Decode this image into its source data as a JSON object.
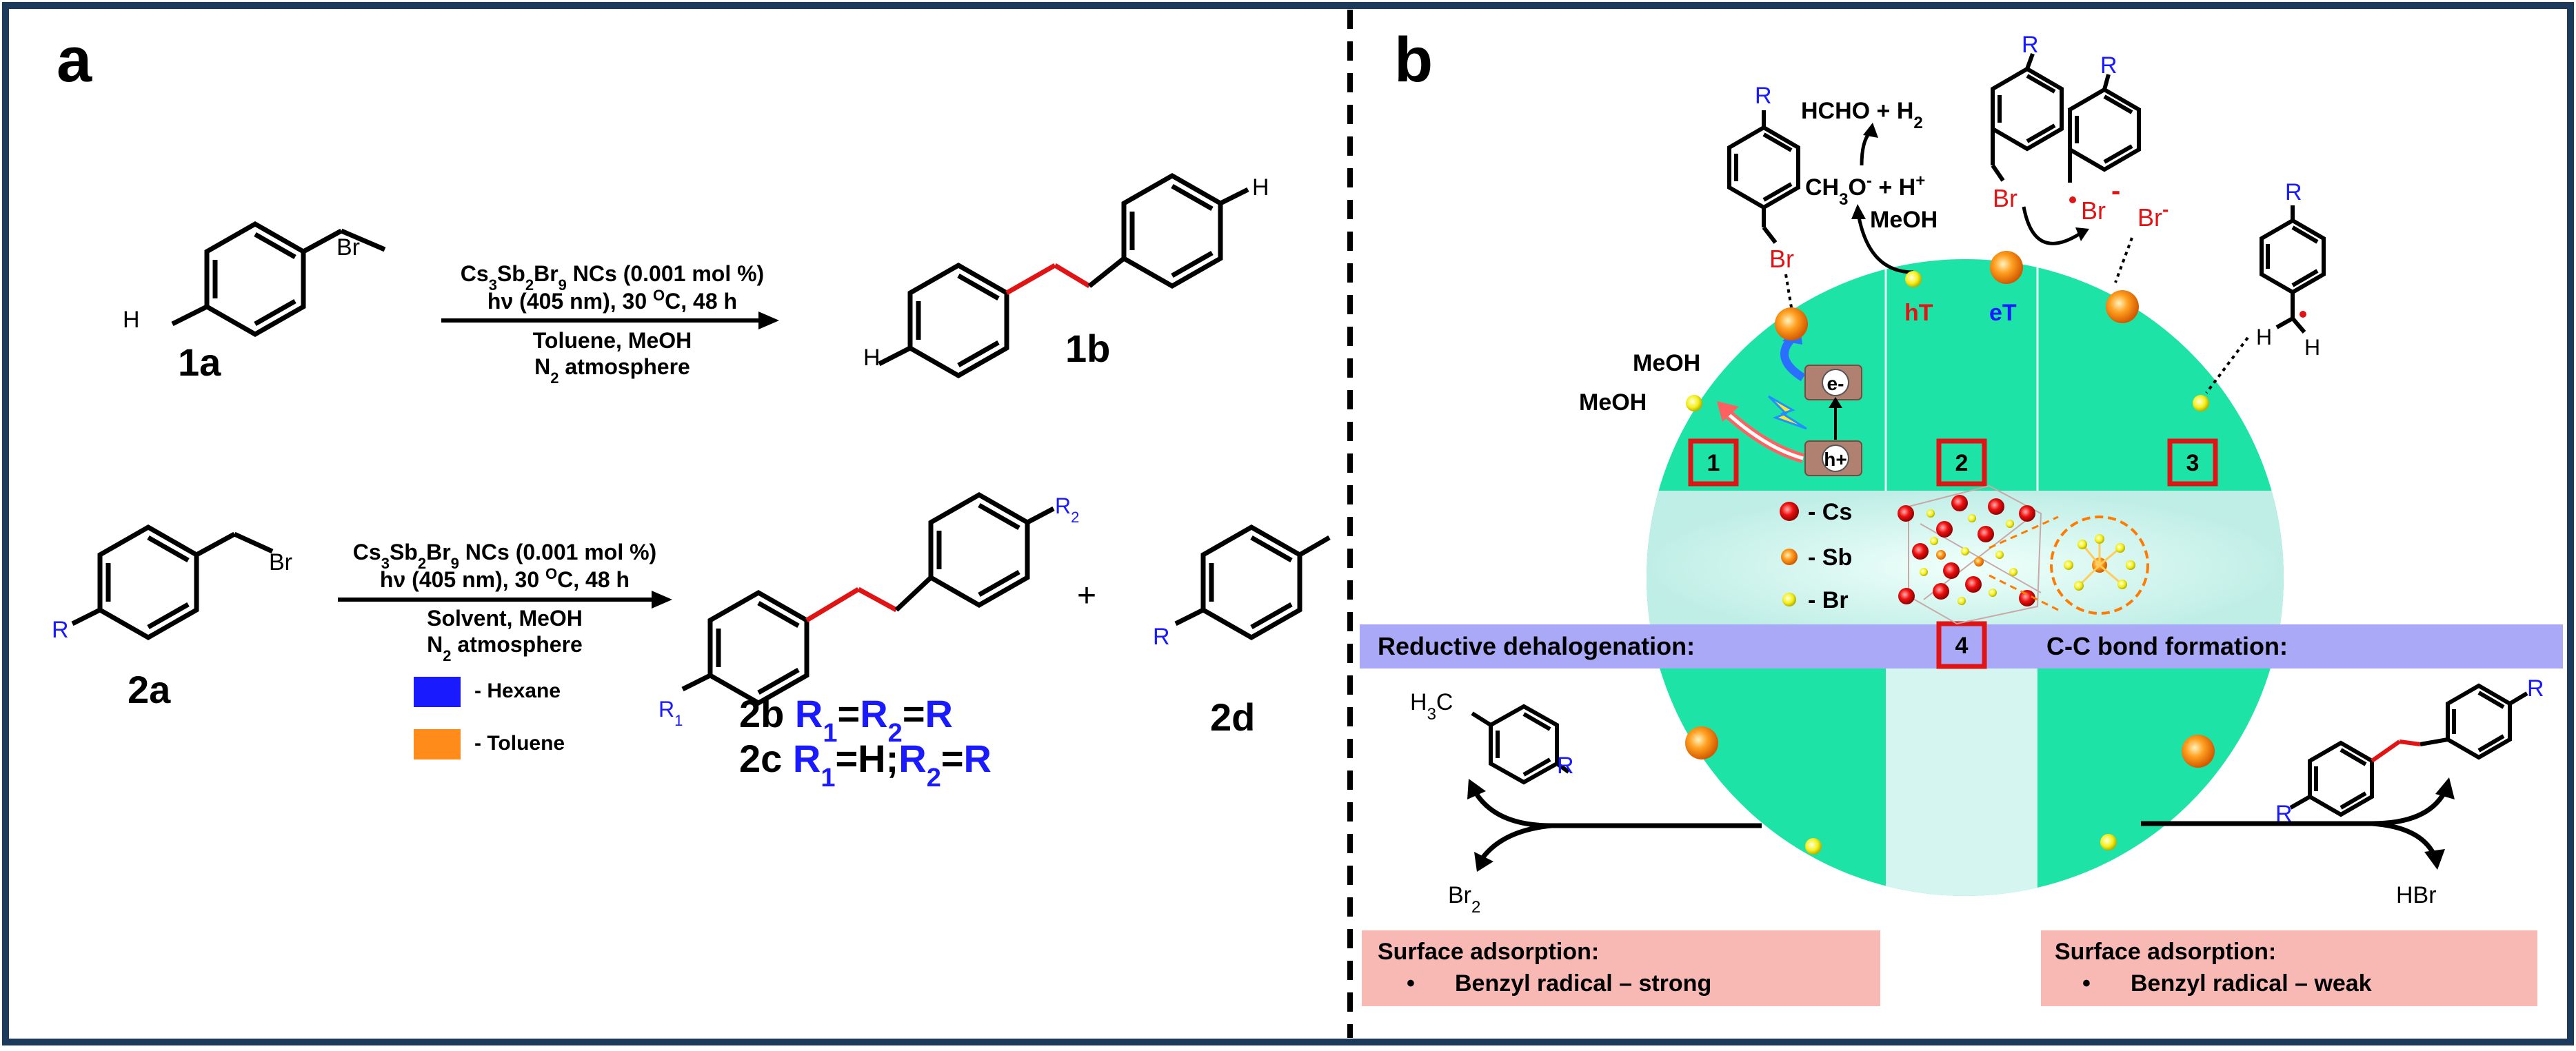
{
  "panel_a": {
    "letter": "a",
    "row1": {
      "reactant_label": "1a",
      "product_label": "1b",
      "br": "Br",
      "h": "H",
      "conditions": [
        "Cs3Sb2Br9 NCs (0.001 mol %)",
        "hν (405 nm), 30 °C, 48 h",
        "Toluene, MeOH",
        "N2 atmosphere"
      ]
    },
    "row2": {
      "reactant_label": "2a",
      "br": "Br",
      "r": "R",
      "r1": "R1",
      "r2": "R2",
      "plus": "+",
      "conditions": [
        "Cs3Sb2Br9 NCs (0.001 mol %)",
        "hν (405 nm), 30 °C, 48 h",
        "Solvent, MeOH",
        "N2 atmosphere"
      ],
      "legend": [
        {
          "label": "- Hexane",
          "color": "#1a1aff"
        },
        {
          "label": "- Toluene",
          "color": "#ff8c1a"
        }
      ],
      "product_2b": {
        "id": "2b",
        "formula": "R1=R2=R"
      },
      "product_2c": {
        "id": "2c",
        "formula": "R1=H;R2=R"
      },
      "product_2d": "2d"
    }
  },
  "panel_b": {
    "letter": "b",
    "molecules": {
      "r": "R",
      "br": "Br",
      "br_ion": "Br-",
      "br_radical": "Br•-",
      "h": "H",
      "meoh": "MeOH",
      "hcho_h2": "HCHO + H2",
      "ch3o_h": "CH3O- + H+"
    },
    "transfer": {
      "ht": "hT",
      "et": "eT",
      "electron": "e-",
      "hole": "h+"
    },
    "zones": [
      "1",
      "2",
      "3",
      "4"
    ],
    "structure_legend": [
      {
        "label": "- Cs",
        "color": "#e01010"
      },
      {
        "label": "- Sb",
        "color": "#ff9933"
      },
      {
        "label": "- Br",
        "color": "#ffee22"
      }
    ],
    "band": {
      "left": "Reductive dehalogenation:",
      "right": "C-C bond formation:"
    },
    "products": {
      "left": "Br2",
      "right": "HBr"
    },
    "notes": {
      "left": {
        "title": "Surface adsorption:",
        "item": "Benzyl radical – strong"
      },
      "right": {
        "title": "Surface adsorption:",
        "item": "Benzyl radical – weak"
      }
    },
    "colors": {
      "sphere_top": "#1ee3a6",
      "sphere_bottom": "#d4f5f0",
      "band": "#a9a9f7",
      "note": "#f8b8b4",
      "frame": "#1c3a5c",
      "red": "#e01414",
      "blue": "#1a1aff"
    }
  }
}
